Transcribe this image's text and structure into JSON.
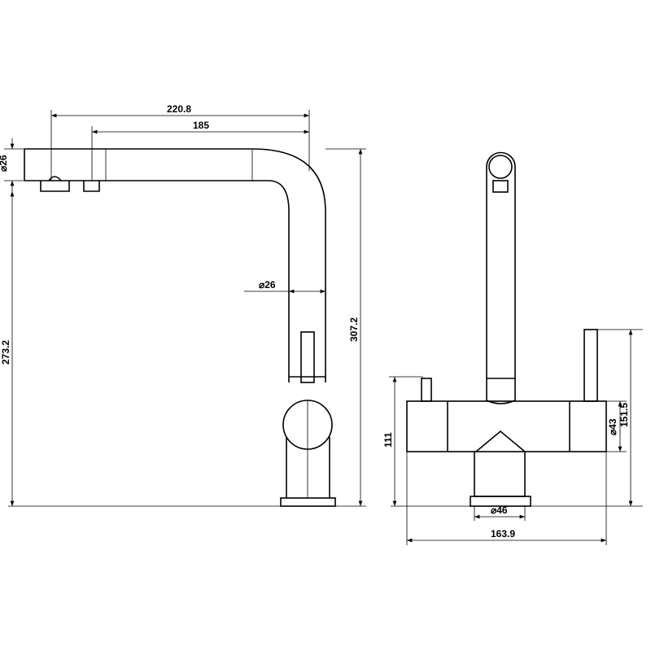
{
  "drawing": {
    "side_view": {
      "overall_reach": "220.8",
      "spout_reach": "185",
      "spout_outlet_diameter": "⌀26",
      "spout_tube_diameter": "⌀26",
      "outlet_height": "273.2",
      "overall_height": "307.2"
    },
    "front_view": {
      "body_height": "111",
      "body_diameter": "⌀43",
      "lever_height": "151.5",
      "base_diameter": "⌀46",
      "overall_width": "163.9"
    }
  }
}
